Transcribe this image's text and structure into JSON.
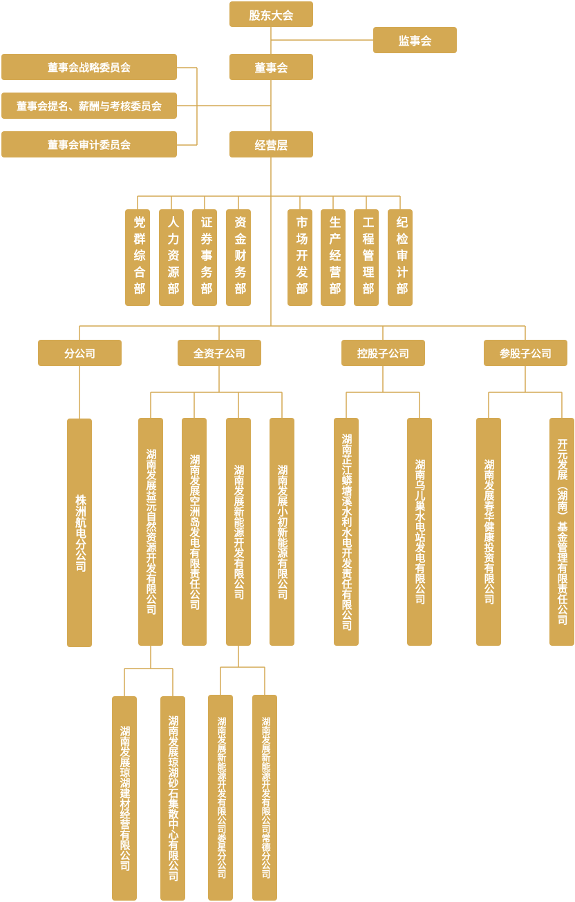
{
  "colors": {
    "box": "#d4a953",
    "line": "#d4a953",
    "text": "#ffffff"
  },
  "top": {
    "shareholders": "股东大会",
    "supervisors": "监事会",
    "board": "董事会",
    "management": "经营层"
  },
  "committees": [
    "董事会战略委员会",
    "董事会提名、薪酬与考核委员会",
    "董事会审计委员会"
  ],
  "departments": [
    "党群综合部",
    "人力资源部",
    "证券事务部",
    "资金财务部",
    "市场开发部",
    "生产经营部",
    "工程管理部",
    "纪检审计部"
  ],
  "categories": [
    "分公司",
    "全资子公司",
    "控股子公司",
    "参股子公司"
  ],
  "companies": {
    "branch": [
      "株洲航电分公司"
    ],
    "wholly_owned": [
      "湖南发展益沅自然资源开发有限公司",
      "湖南发展空洲岛发电有限责任公司",
      "湖南发展新能源开发有限公司",
      "湖南发展小初新能源有限公司"
    ],
    "holding": [
      "湖南芷江蟒塘溪水利水电开发责任有限公司",
      "湖南乌儿巢水电站发电有限公司"
    ],
    "participating": [
      "湖南发展春华健康投资有限公司",
      "开元发展（湖南）基金管理有限责任公司"
    ]
  },
  "sub_companies": {
    "yiyuan": [
      "湖南发展琼湖建材经营有限公司",
      "湖南发展琼湖砂石集散中心有限公司"
    ],
    "new_energy": [
      "湖南发展新能源开发有限公司娄星分公司",
      "湖南发展新能源开发有限公司常德分公司"
    ]
  }
}
